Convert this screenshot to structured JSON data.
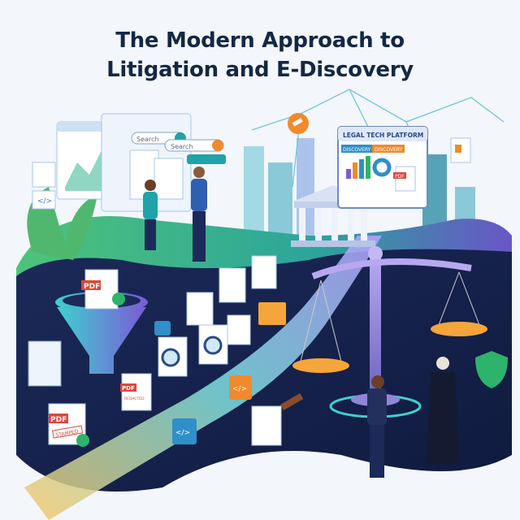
{
  "title": {
    "line1": "The Modern Approach to",
    "line2": "Litigation and E-Discovery"
  },
  "search_bars": [
    {
      "placeholder": "Search"
    },
    {
      "placeholder": "Search"
    }
  ],
  "platform": {
    "title": "LEGAL TECH PLATFORM",
    "tabs": [
      "DISCOVERY",
      "DISCOVERY"
    ]
  },
  "documents": {
    "pdf_label": "PDF",
    "stamped": "STAMPED",
    "redacted": "REDACTED"
  },
  "code_icon": "</>",
  "icons": [
    "search-icon",
    "gavel-icon",
    "courthouse-icon",
    "scales-of-justice-icon",
    "funnel-icon",
    "magnifier-icon",
    "folder-icon",
    "shield-check-icon",
    "check-icon"
  ],
  "colors": {
    "title": "#142844",
    "navy": "#1c2a5a",
    "teal": "#1fa3a8",
    "purple": "#7a5bd6",
    "orange": "#f08a2c",
    "pdf_red": "#e0463c",
    "green": "#2db36b"
  }
}
